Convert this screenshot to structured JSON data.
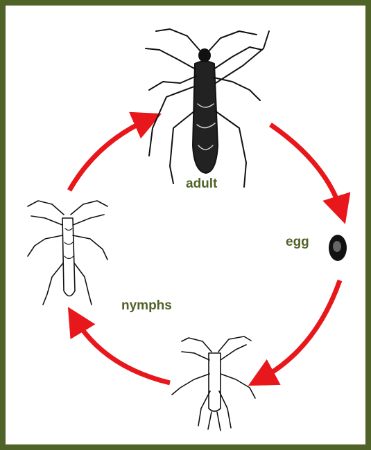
{
  "labels": {
    "adult": "adult",
    "egg": "egg",
    "nymphs": "nymphs"
  },
  "colors": {
    "frame": "#4f6228",
    "arrow": "#e8171b",
    "label_text": "#4f6228",
    "insect_ink": "#111111"
  },
  "stages": [
    {
      "name": "adult",
      "icon": "adult-water-strider-icon"
    },
    {
      "name": "egg",
      "icon": "egg-icon"
    },
    {
      "name": "nymph-small",
      "icon": "small-nymph-icon"
    },
    {
      "name": "nymph-large",
      "icon": "large-nymph-icon"
    }
  ]
}
